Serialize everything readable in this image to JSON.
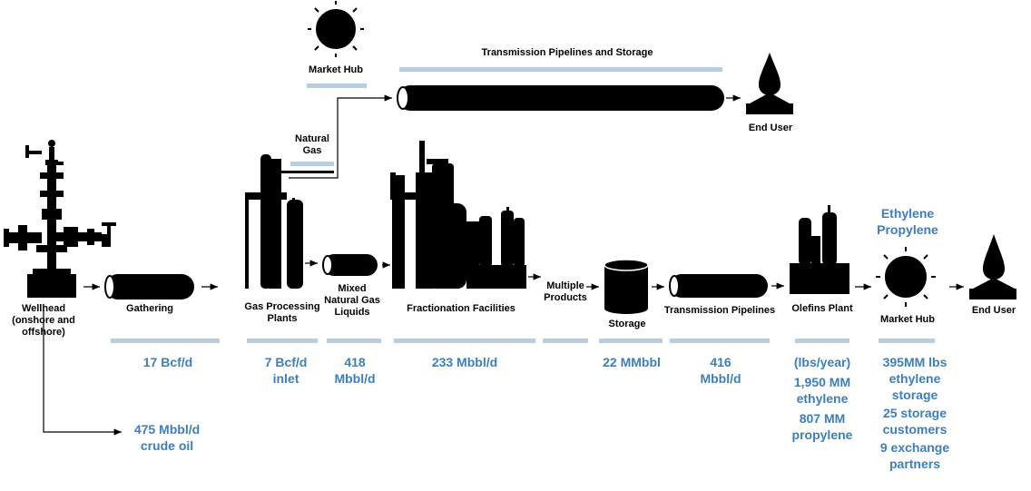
{
  "colors": {
    "value_text": "#3a7fbf",
    "bar": "#b8cde0",
    "icon": "#000000"
  },
  "labels": {
    "wellhead": "Wellhead",
    "wellhead_sub1": "(onshore and",
    "wellhead_sub2": "offshore)",
    "gathering": "Gathering",
    "gas_processing1": "Gas Processing",
    "gas_processing2": "Plants",
    "mixed_ngl1": "Mixed",
    "mixed_ngl2": "Natural Gas",
    "mixed_ngl3": "Liquids",
    "fractionation": "Fractionation Facilities",
    "multiple_products1": "Multiple",
    "multiple_products2": "Products",
    "storage": "Storage",
    "transmission_pipelines": "Transmission Pipelines",
    "olefins_plant": "Olefins Plant",
    "market_hub": "Market Hub",
    "end_user": "End User",
    "natural_gas1": "Natural",
    "natural_gas2": "Gas",
    "top_market_hub": "Market Hub",
    "top_transmission": "Transmission Pipelines and Storage",
    "top_end_user": "End User",
    "ethylene": "Ethylene",
    "propylene": "Propylene"
  },
  "values": {
    "gathering": "17 Bcf/d",
    "gas_processing1": "7 Bcf/d",
    "gas_processing2": "inlet",
    "mixed_ngl1": "418",
    "mixed_ngl2": "Mbbl/d",
    "fractionation": "233 Mbbl/d",
    "storage": "22 MMbbl",
    "transmission1": "416",
    "transmission2": "Mbbl/d",
    "olefins_unit": "(lbs/year)",
    "olefins_eth1": "1,950 MM",
    "olefins_eth2": "ethylene",
    "olefins_prop1": "807 MM",
    "olefins_prop2": "propylene",
    "hub_storage1": "395MM lbs",
    "hub_storage2": "ethylene",
    "hub_storage3": "storage",
    "hub_customers1": "25 storage",
    "hub_customers2": "customers",
    "hub_partners1": "9 exchange",
    "hub_partners2": "partners",
    "crude1": "475 Mbbl/d",
    "crude2": "crude oil"
  }
}
